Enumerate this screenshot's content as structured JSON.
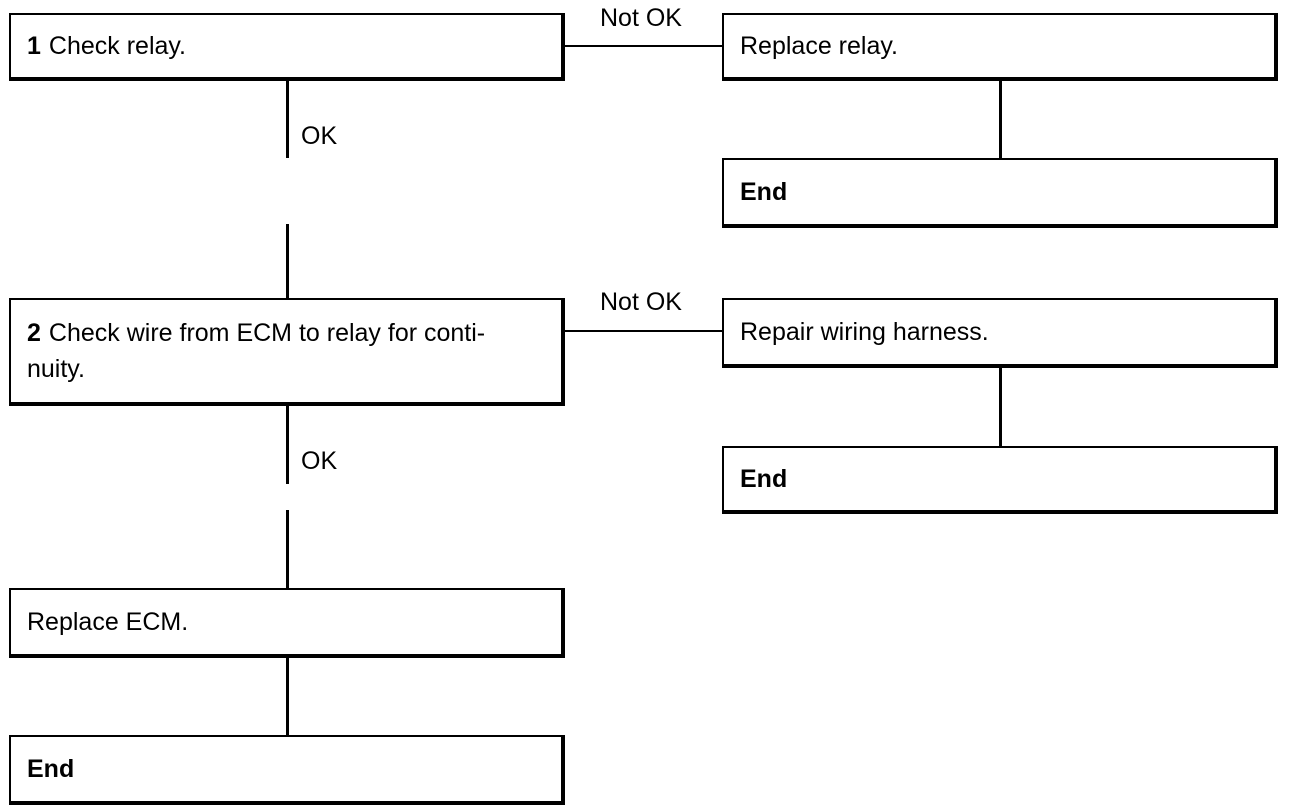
{
  "steps": {
    "step1": {
      "number": "1",
      "text": "Check relay."
    },
    "step2": {
      "number": "2",
      "text": "Check wire from ECM to relay for conti-",
      "text_line2": "nuity."
    }
  },
  "branches": {
    "step1_not_ok_action": "Replace relay.",
    "step1_not_ok_end": "End",
    "step2_not_ok_action": "Repair wiring harness.",
    "step2_not_ok_end": "End"
  },
  "final": {
    "action": "Replace ECM.",
    "end": "End"
  },
  "labels": {
    "not_ok_1": "Not OK",
    "ok_1": "OK",
    "not_ok_2": "Not OK",
    "ok_2": "OK"
  }
}
